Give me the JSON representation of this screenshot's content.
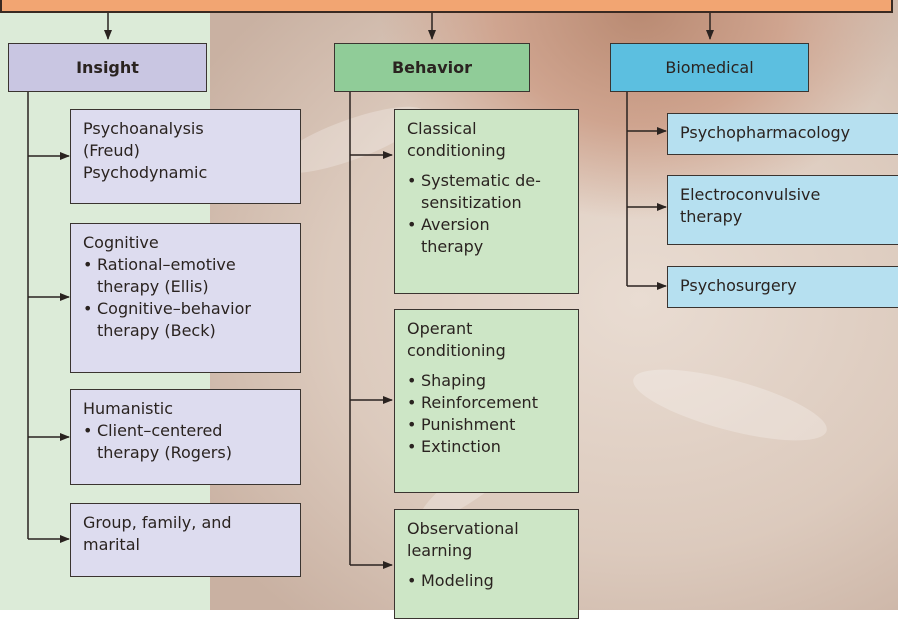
{
  "header": {
    "insight": "Insight",
    "behavior": "Behavior",
    "biomedical": "Biomedical"
  },
  "insight": {
    "psychoanalysis": [
      "Psychoanalysis",
      "(Freud)",
      "Psychodynamic"
    ],
    "cognitive_title": "Cognitive",
    "cognitive_items": [
      [
        "Rational–emotive",
        "therapy (Ellis)"
      ],
      [
        "Cognitive–behavior",
        "therapy (Beck)"
      ]
    ],
    "humanistic_title": "Humanistic",
    "humanistic_items": [
      [
        "Client–centered",
        "therapy (Rogers)"
      ]
    ],
    "group": [
      "Group, family, and",
      "marital"
    ]
  },
  "behavior": {
    "classical_title": [
      "Classical",
      "conditioning"
    ],
    "classical_items": [
      [
        "Systematic de-",
        "sensitization"
      ],
      [
        "Aversion",
        "therapy"
      ]
    ],
    "operant_title": [
      "Operant",
      "conditioning"
    ],
    "operant_items": [
      "Shaping",
      "Reinforcement",
      "Punishment",
      "Extinction"
    ],
    "observational_title": [
      "Observational",
      "learning"
    ],
    "observational_items": [
      "Modeling"
    ]
  },
  "biomedical": {
    "psychopharmacology": "Psychopharmacology",
    "ect": [
      "Electroconvulsive",
      "therapy"
    ],
    "psychosurgery": "Psychosurgery"
  },
  "colors": {
    "top_bar": "#f2a572",
    "insight_header": "#c9c6e2",
    "insight_box": "#dddcef",
    "behavior_header": "#90cc98",
    "behavior_box": "#cde6c6",
    "biomedical_header": "#5cbfe0",
    "biomedical_box": "#b6e0f0",
    "left_panel": "#dcebd8"
  },
  "bullet": "•"
}
